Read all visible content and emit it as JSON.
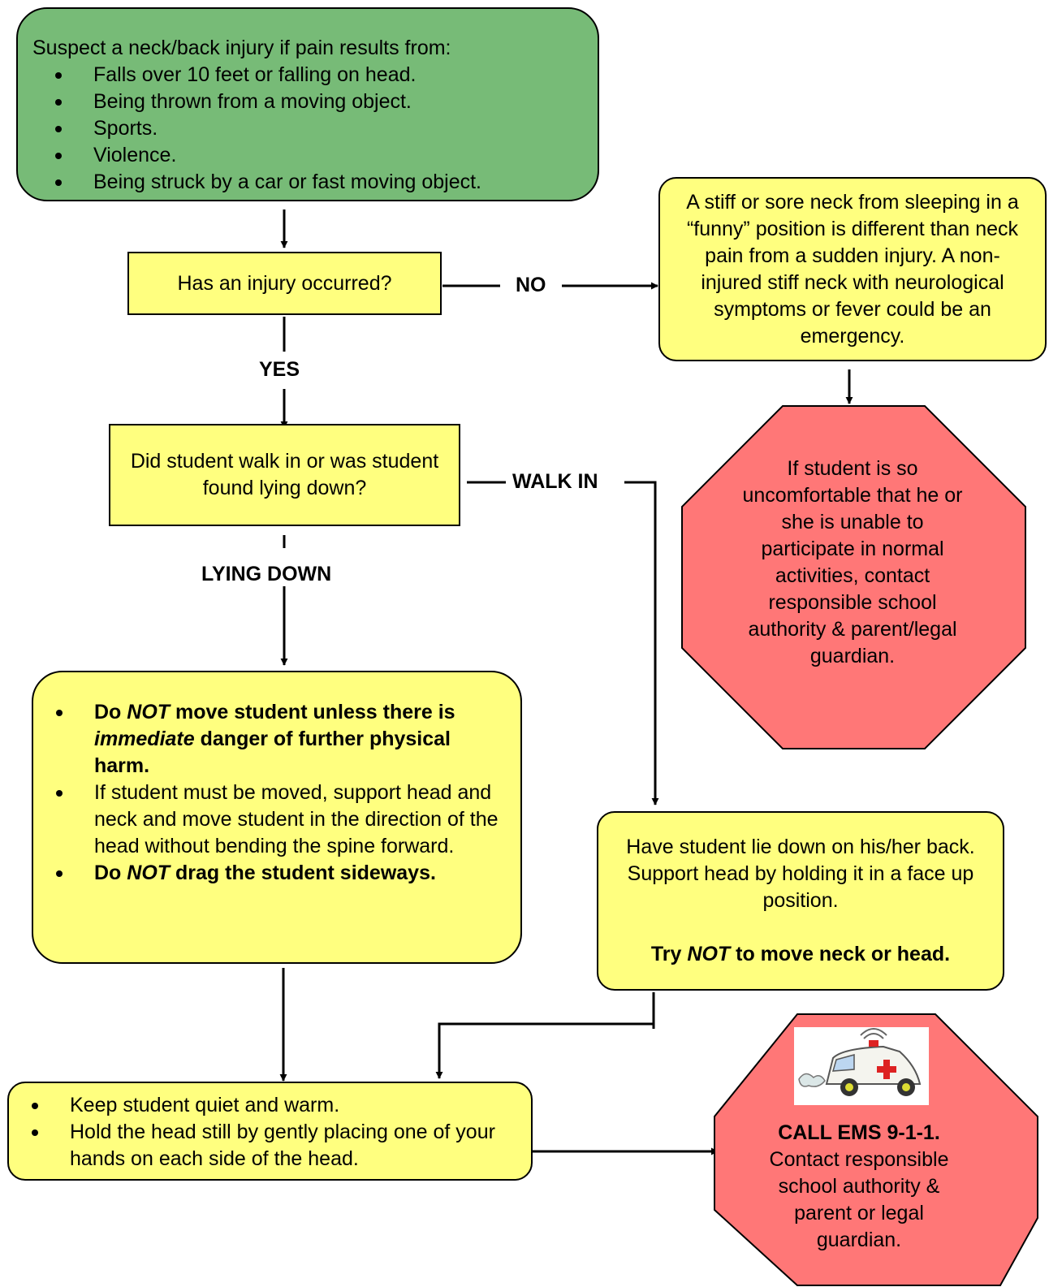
{
  "suspect_box": {
    "heading": "Suspect a neck/back injury if pain results from:",
    "items": [
      "Falls over 10 feet or falling on head.",
      "Being thrown from a moving object.",
      "Sports.",
      "Violence.",
      "Being struck by a car or fast moving object."
    ]
  },
  "injury_question": "Has an injury occurred?",
  "labels": {
    "no": "NO",
    "yes": "YES",
    "walk_in": "WALK IN",
    "lying_down": "LYING DOWN"
  },
  "stiff_neck_note": "A stiff or sore neck from sleeping in a “funny” position is different than neck pain from a sudden injury. A non-injured stiff neck with neurological symptoms or fever could be an emergency.",
  "uncomfortable_stop": "If student is so uncomfortable that he or she is unable to participate in normal activities, contact responsible school authority & parent/legal guardian.",
  "walk_or_lying_question": "Did student walk in or was student found lying down?",
  "lying_down_box": {
    "item1_a": "Do ",
    "item1_b": "NOT",
    "item1_c": " move student unless there is ",
    "item1_d": "immediate",
    "item1_e": " danger of further physical harm.",
    "item2": "If student must be moved, support head and neck and move student in the direction of the head without bending the spine forward.",
    "item3_a": "Do ",
    "item3_b": "NOT",
    "item3_c": " drag the student sideways."
  },
  "walk_in_box": {
    "text": "Have student lie down on his/her back.  Support head by holding it in a face up position.",
    "warn_a": "Try ",
    "warn_b": "NOT",
    "warn_c": " to move neck or head."
  },
  "keep_quiet_box": {
    "items": [
      "Keep student quiet and warm.",
      "Hold the head still by gently placing one of your hands on each side of the head."
    ]
  },
  "ems_stop": {
    "call": "CALL EMS 9-1-1.",
    "text": "Contact responsible school authority & parent or legal guardian."
  },
  "colors": {
    "green": "#77bb77",
    "yellow": "#ffff7f",
    "red": "#ff7777"
  },
  "icons": [
    "ambulance-icon"
  ]
}
